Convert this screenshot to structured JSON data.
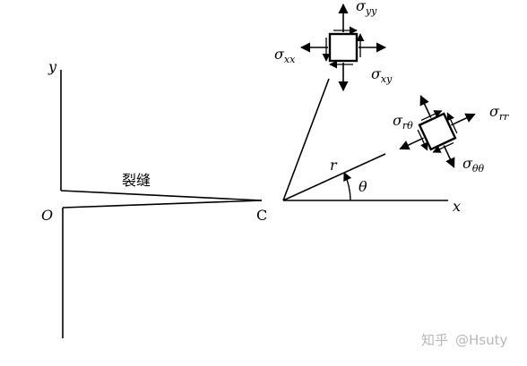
{
  "labels": {
    "y_axis": "y",
    "origin": "O",
    "crack": "裂缝",
    "crack_tip": "C",
    "x_axis": "x",
    "radius": "r",
    "angle": "θ"
  },
  "stress_cartesian": {
    "sigma_yy": {
      "base": "σ",
      "sub": "yy"
    },
    "sigma_xx": {
      "base": "σ",
      "sub": "xx"
    },
    "sigma_xy": {
      "base": "σ",
      "sub": "xy"
    }
  },
  "stress_polar": {
    "sigma_r_theta": {
      "base": "σ",
      "sub": "rθ"
    },
    "sigma_rr": {
      "base": "σ",
      "sub": "rr"
    },
    "sigma_theta_theta": {
      "base": "σ",
      "sub": "θθ"
    }
  },
  "watermark": {
    "brand": "知乎",
    "user": "@Hsuty"
  },
  "colors": {
    "ink": "#000000",
    "watermark": "#b8b8b8",
    "background": "#ffffff"
  }
}
